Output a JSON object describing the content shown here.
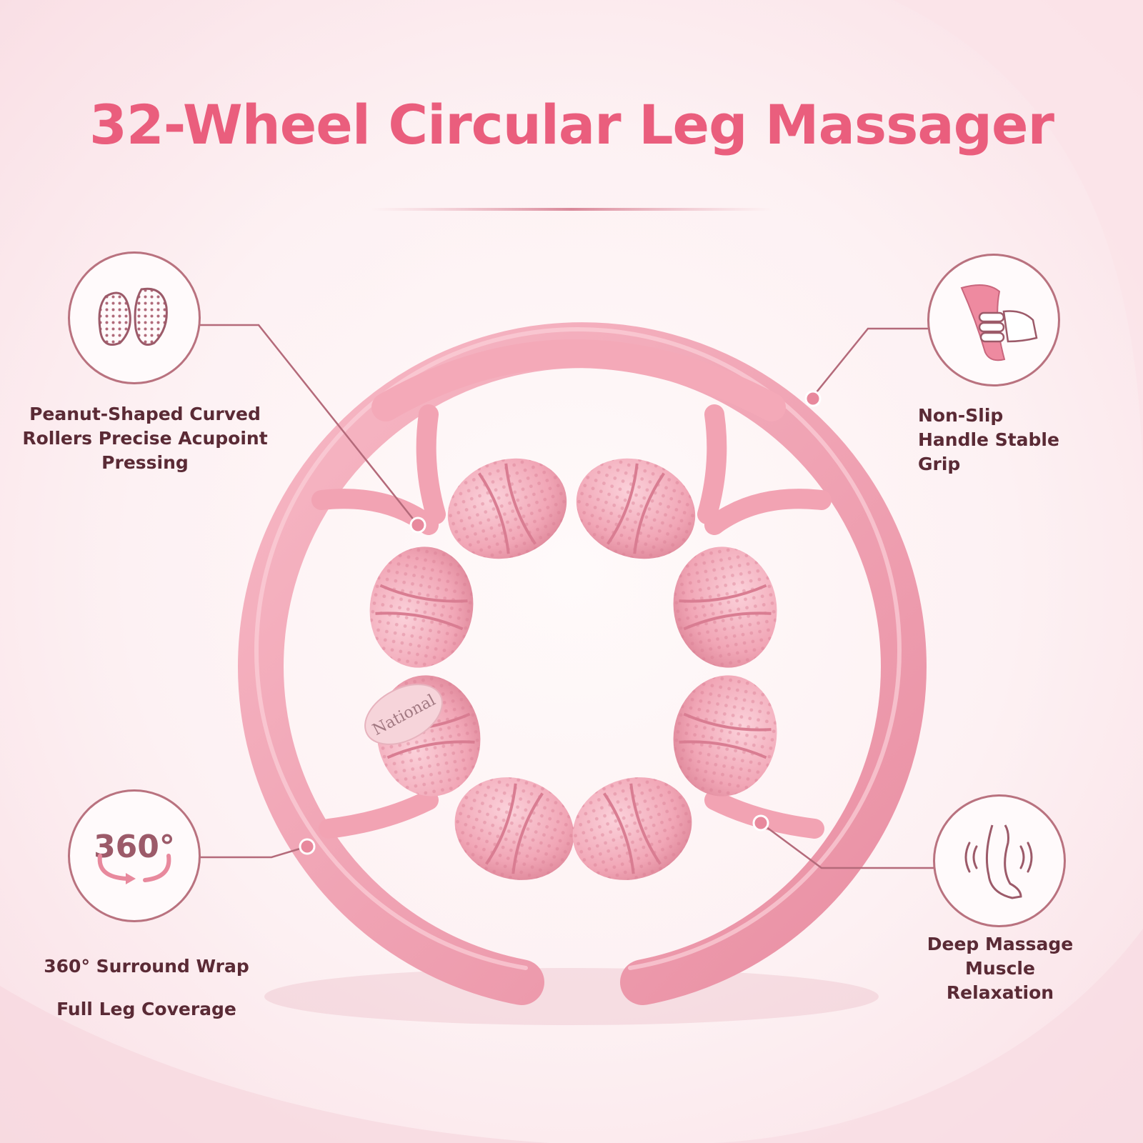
{
  "title": "32-Wheel Circular Leg Massager",
  "colors": {
    "title": "#ea5e7d",
    "product": "#f4a9b8",
    "product_dark": "#e38b9c",
    "callout": "#b46a7a",
    "text": "#5a2a35"
  },
  "roller_label": "National",
  "features": {
    "rollers": {
      "lines": [
        "Peanut-Shaped Curved",
        "Rollers Precise Acupoint",
        "Pressing"
      ],
      "icon": "peanut-roller-icon"
    },
    "grip": {
      "lines": [
        "Non-Slip",
        "Handle Stable",
        "Grip"
      ],
      "icon": "hand-grip-icon"
    },
    "wrap": {
      "lines": [
        "360° Surround Wrap",
        "Full Leg Coverage"
      ],
      "icon_text": "360°",
      "icon": "rotate-360-icon"
    },
    "massage": {
      "lines": [
        "Deep Massage",
        "Muscle",
        "Relaxation"
      ],
      "icon": "leg-vibration-icon"
    }
  }
}
